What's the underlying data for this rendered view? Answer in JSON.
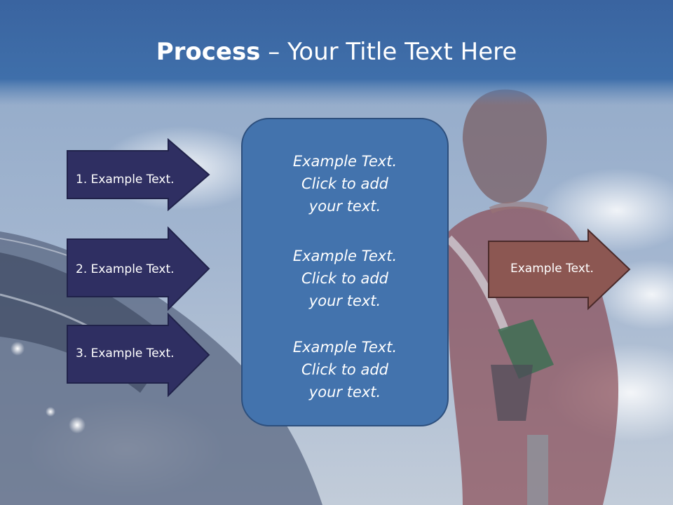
{
  "slide": {
    "title_bold": "Process",
    "title_rest": " – Your Title Text Here"
  },
  "steps": [
    {
      "label": "1. Example Text."
    },
    {
      "label": "2. Example Text."
    },
    {
      "label": "3. Example Text."
    }
  ],
  "center_box": {
    "blocks": [
      {
        "line1": "Example Text.",
        "line2": "Click  to add",
        "line3": "your text."
      },
      {
        "line1": "Example Text.",
        "line2": "Click  to add",
        "line3": "your text."
      },
      {
        "line1": "Example Text.",
        "line2": "Click  to add",
        "line3": "your text."
      }
    ]
  },
  "output": {
    "label": "Example Text."
  },
  "colors": {
    "title_bar": "#3d6ba3",
    "step_arrow": "#2f2f62",
    "center_box": "#4373ad",
    "output_arrow": "#8c5752"
  }
}
